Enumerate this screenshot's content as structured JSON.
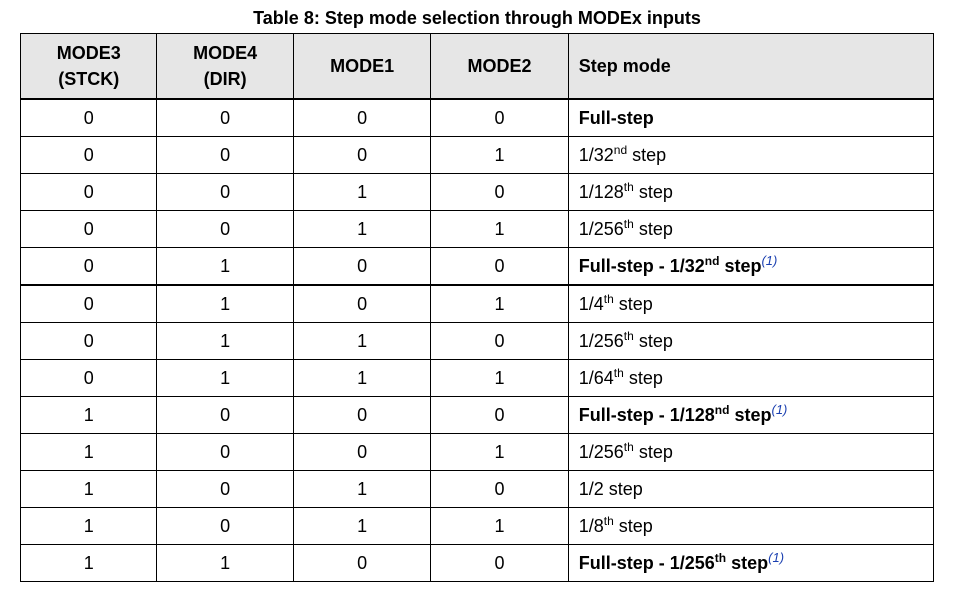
{
  "caption": "Table 8: Step mode selection through MODEx inputs",
  "headers": {
    "mode3": "MODE3",
    "mode3_sub": "(STCK)",
    "mode4": "MODE4",
    "mode4_sub": "(DIR)",
    "mode1": "MODE1",
    "mode2": "MODE2",
    "step_mode": "Step mode"
  },
  "rows": [
    {
      "mode3": "0",
      "mode4": "0",
      "mode1": "0",
      "mode2": "0",
      "step": {
        "pre": "Full-step",
        "sup": "",
        "post": "",
        "note": "",
        "bold": true
      }
    },
    {
      "mode3": "0",
      "mode4": "0",
      "mode1": "0",
      "mode2": "1",
      "step": {
        "pre": "1/32",
        "sup": "nd",
        "post": " step",
        "note": "",
        "bold": false
      }
    },
    {
      "mode3": "0",
      "mode4": "0",
      "mode1": "1",
      "mode2": "0",
      "step": {
        "pre": "1/128",
        "sup": "th",
        "post": " step",
        "note": "",
        "bold": false
      }
    },
    {
      "mode3": "0",
      "mode4": "0",
      "mode1": "1",
      "mode2": "1",
      "step": {
        "pre": "1/256",
        "sup": "th",
        "post": " step",
        "note": "",
        "bold": false
      }
    },
    {
      "mode3": "0",
      "mode4": "1",
      "mode1": "0",
      "mode2": "0",
      "step": {
        "pre": "Full-step - 1/32",
        "sup": "nd",
        "post": " step",
        "note": "(1)",
        "bold": true
      }
    },
    {
      "mode3": "0",
      "mode4": "1",
      "mode1": "0",
      "mode2": "1",
      "step": {
        "pre": "1/4",
        "sup": "th",
        "post": " step",
        "note": "",
        "bold": false
      }
    },
    {
      "mode3": "0",
      "mode4": "1",
      "mode1": "1",
      "mode2": "0",
      "step": {
        "pre": "1/256",
        "sup": "th",
        "post": " step",
        "note": "",
        "bold": false
      }
    },
    {
      "mode3": "0",
      "mode4": "1",
      "mode1": "1",
      "mode2": "1",
      "step": {
        "pre": "1/64",
        "sup": "th",
        "post": " step",
        "note": "",
        "bold": false
      }
    },
    {
      "mode3": "1",
      "mode4": "0",
      "mode1": "0",
      "mode2": "0",
      "step": {
        "pre": "Full-step - 1/128",
        "sup": "nd",
        "post": " step",
        "note": "(1)",
        "bold": true
      }
    },
    {
      "mode3": "1",
      "mode4": "0",
      "mode1": "0",
      "mode2": "1",
      "step": {
        "pre": "1/256",
        "sup": "th",
        "post": " step",
        "note": "",
        "bold": false
      }
    },
    {
      "mode3": "1",
      "mode4": "0",
      "mode1": "1",
      "mode2": "0",
      "step": {
        "pre": "1/2 step",
        "sup": "",
        "post": "",
        "note": "",
        "bold": false
      }
    },
    {
      "mode3": "1",
      "mode4": "0",
      "mode1": "1",
      "mode2": "1",
      "step": {
        "pre": "1/8",
        "sup": "th",
        "post": " step",
        "note": "",
        "bold": false
      }
    },
    {
      "mode3": "1",
      "mode4": "1",
      "mode1": "0",
      "mode2": "0",
      "step": {
        "pre": "Full-step - 1/256",
        "sup": "th",
        "post": " step",
        "note": "(1)",
        "bold": true
      }
    }
  ]
}
